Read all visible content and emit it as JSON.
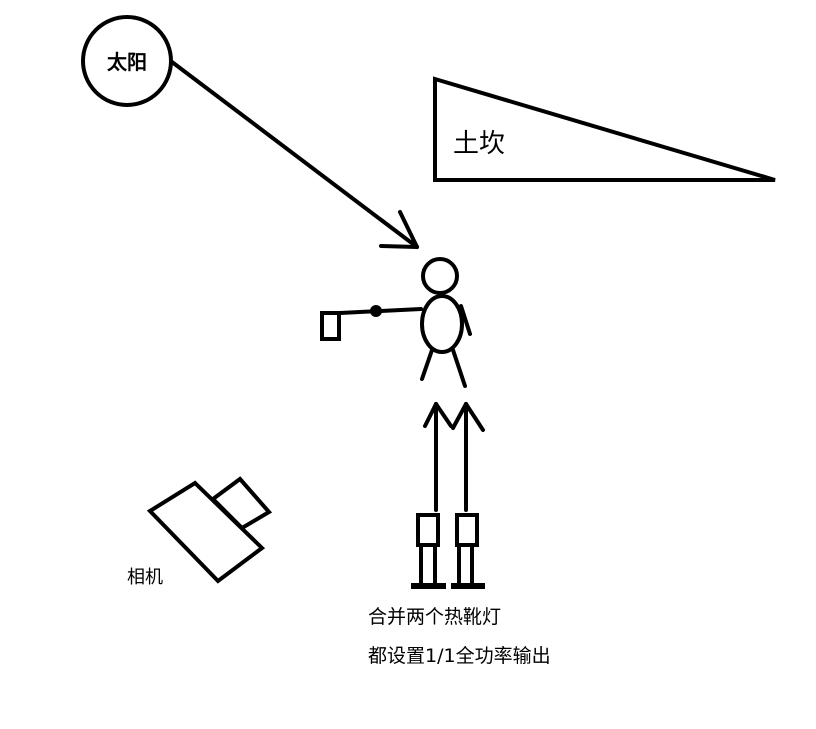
{
  "diagram": {
    "sun": {
      "label": "太阳"
    },
    "bank": {
      "label": "土坎"
    },
    "camera": {
      "label": "相机"
    },
    "note": {
      "line1": "合并两个热靴灯",
      "line2": "都设置1/1全功率输出"
    },
    "colors": {
      "stroke": "#000000",
      "background": "#ffffff"
    }
  }
}
